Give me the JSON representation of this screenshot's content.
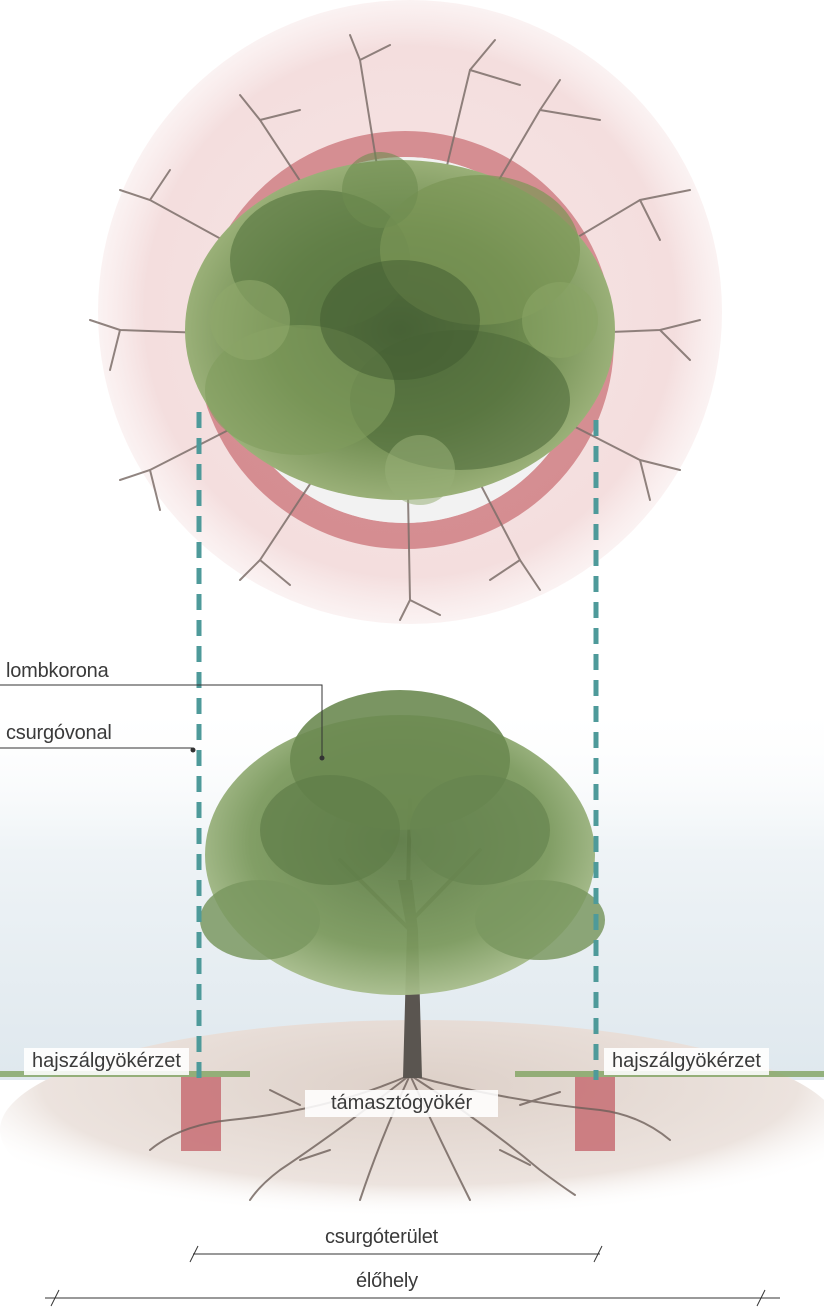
{
  "labels": {
    "canopy": "lombkorona",
    "dripline": "csurgóvonal",
    "fine_roots_left": "hajszálgyökérzet",
    "fine_roots_right": "hajszálgyökérzet",
    "support_roots": "támasztógyökér",
    "drip_area": "csurgóterület",
    "habitat": "élőhely"
  },
  "colors": {
    "outer_zone": "#f4dfdf",
    "root_ring": "#c9747a",
    "dripline": "#4e9a9a",
    "foliage": "#6f8f52",
    "trunk": "#5a5550",
    "soil": "#e8dcd6"
  }
}
